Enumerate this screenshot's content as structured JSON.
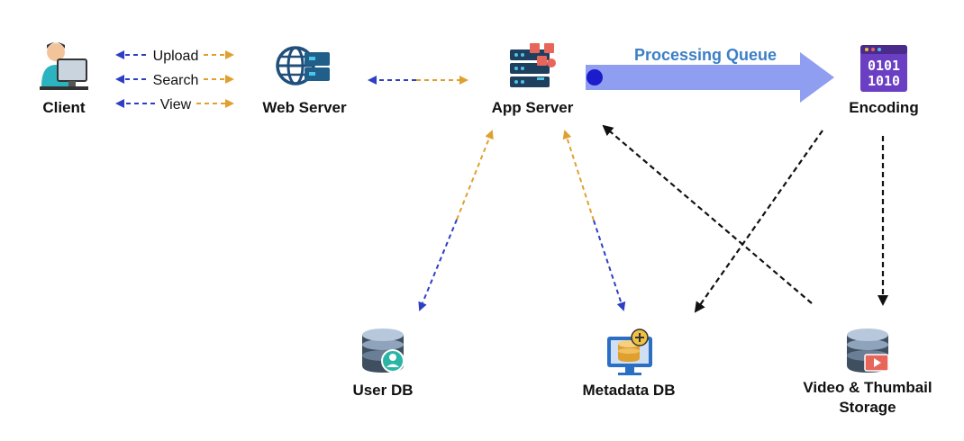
{
  "colors": {
    "blue_arrow": "#2f3fc4",
    "orange_arrow": "#e0a030",
    "black_arrow": "#111111",
    "queue_fill": "#8f9ef0",
    "queue_text": "#3b7fc6",
    "queue_dot": "#1c1ccc"
  },
  "nodes": {
    "client": {
      "label": "Client",
      "icon": "user-computer-icon"
    },
    "web_server": {
      "label": "Web Server",
      "icon": "globe-server-icon"
    },
    "app_server": {
      "label": "App Server",
      "icon": "server-rack-icon"
    },
    "encoding": {
      "label": "Encoding",
      "icon": "binary-code-icon",
      "code_line1": "0101",
      "code_line2": "1010"
    },
    "user_db": {
      "label": "User DB",
      "icon": "user-database-icon"
    },
    "metadata_db": {
      "label": "Metadata DB",
      "icon": "monitor-database-icon"
    },
    "storage": {
      "label_line1": "Video & Thumbail",
      "label_line2": "Storage",
      "icon": "video-database-icon"
    }
  },
  "edges": {
    "upload": "Upload",
    "search": "Search",
    "view": "View"
  },
  "queue": {
    "label": "Processing Queue"
  }
}
